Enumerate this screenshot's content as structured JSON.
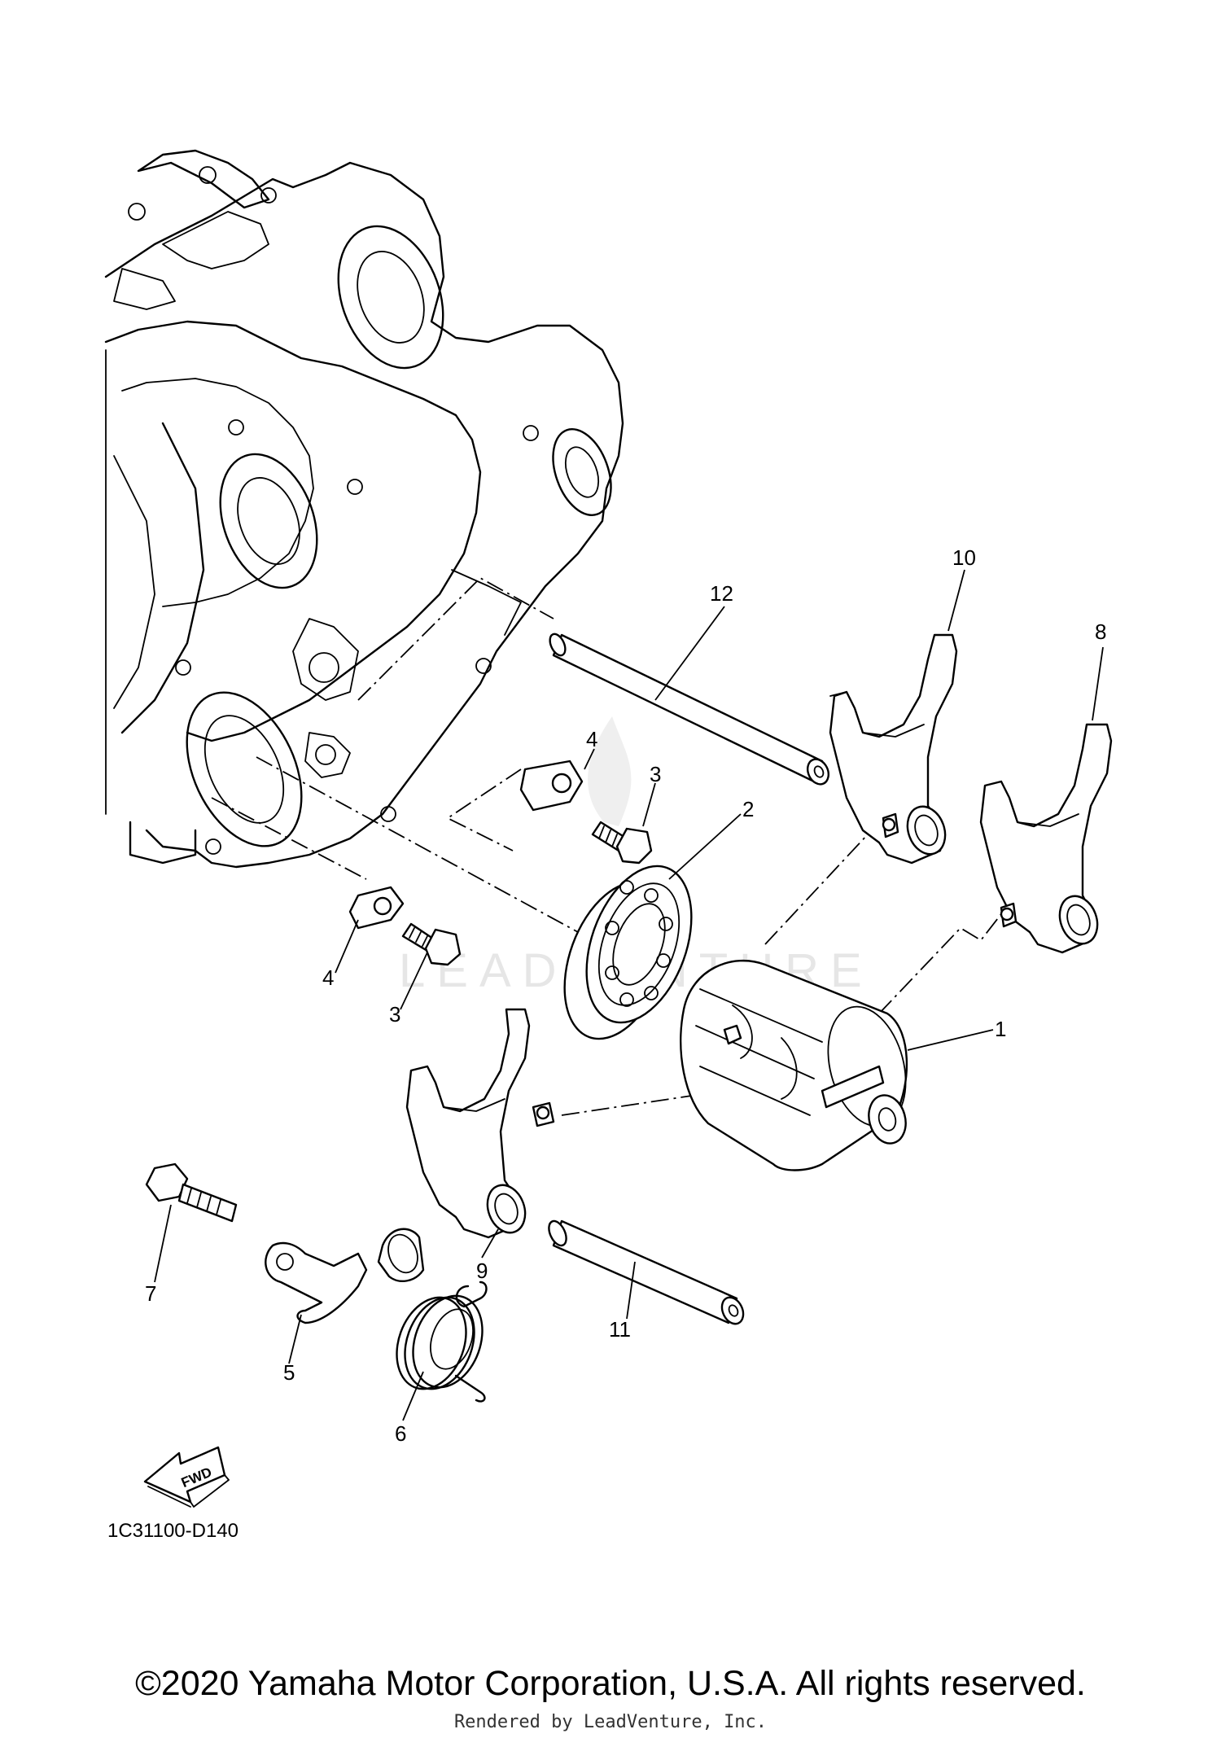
{
  "diagram": {
    "callouts": {
      "c1": "1",
      "c2": "2",
      "c3a": "3",
      "c3b": "3",
      "c4a": "4",
      "c4b": "4",
      "c5": "5",
      "c6": "6",
      "c7": "7",
      "c8": "8",
      "c9": "9",
      "c10": "10",
      "c11": "11",
      "c12": "12"
    },
    "fwd_label": "FWD",
    "diagram_code": "1C31100-D140",
    "watermark": "LEADVENTURE"
  },
  "footer": {
    "copyright": "©2020 Yamaha Motor Corporation, U.S.A. All rights reserved.",
    "rendered_by": "Rendered by LeadVenture, Inc."
  }
}
